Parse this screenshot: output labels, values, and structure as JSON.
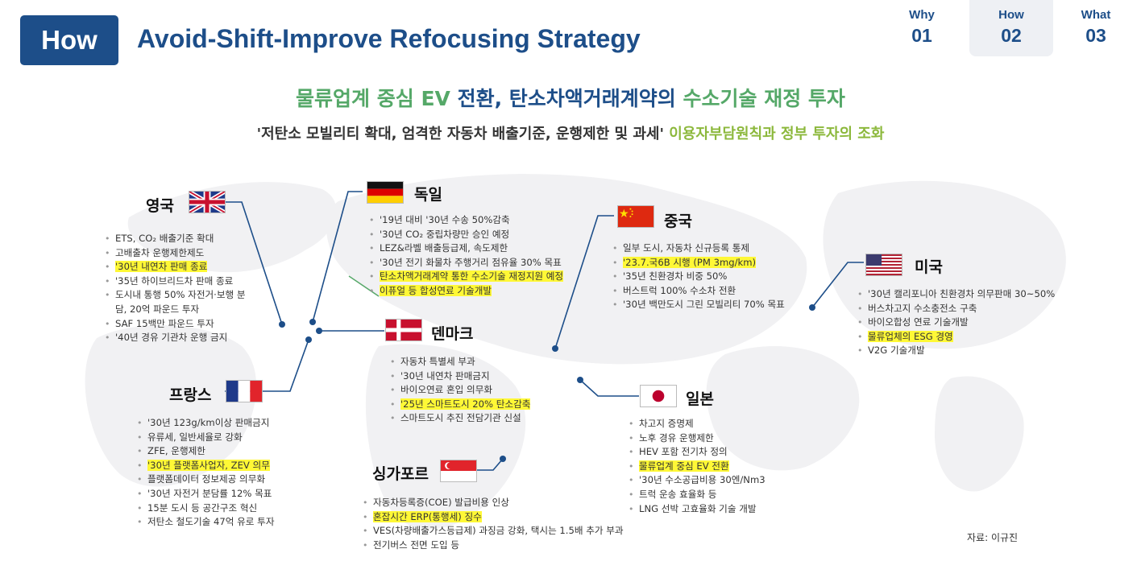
{
  "header": {
    "badge": "How",
    "title": "Avoid-Shift-Improve Refocusing Strategy",
    "nav": [
      {
        "label": "Why",
        "num": "01"
      },
      {
        "label": "How",
        "num": "02"
      },
      {
        "label": "What",
        "num": "03"
      }
    ]
  },
  "headline": {
    "p1": "물류업계 중심 ",
    "p2": "EV",
    "p3": " 전환, 탄소차액거래계약의 ",
    "p4": "수소기술 재정 투자"
  },
  "subline": {
    "p1": "'저탄소 모빌리티 확대, 엄격한 자동차 배출기준, 운행제한 및 과세' ",
    "p2": "이용자부담원칙과 정부 투자의 조화"
  },
  "countries": {
    "uk": {
      "name": "영국",
      "items": [
        {
          "text": "ETS, CO₂ 배출기준 확대"
        },
        {
          "text": "고배출차 운행제한제도"
        },
        {
          "text": "'30년 내연차 판매 종료",
          "hl": true
        },
        {
          "text": "'35년 하이브리드차 판매 종료"
        },
        {
          "text": "도시내 통행 50% 자전거·보행 분담, 20억 파운드 투자",
          "wrap": true
        },
        {
          "text": "SAF 15백만 파운드 투자"
        },
        {
          "text": "'40년 경유 기관차 운행 금지"
        }
      ]
    },
    "de": {
      "name": "독일",
      "items": [
        {
          "text": "'19년 대비 '30년 수송 50%감축"
        },
        {
          "text": "'30년 CO₂ 중립차량만 승인 예정"
        },
        {
          "text": "LEZ&라벨 배출등급제, 속도제한"
        },
        {
          "text": "'30년 전기 화물차 주행거리 점유율 30% 목표"
        },
        {
          "text": "탄소차액거래계약 통한 수소기술 재정지원 예정",
          "hl": true
        },
        {
          "text": "이퓨얼 등 합성연료 기술개발",
          "hl": true
        }
      ]
    },
    "dk": {
      "name": "덴마크",
      "items": [
        {
          "text": "자동차 특별세 부과"
        },
        {
          "text": "'30년 내연차 판매금지"
        },
        {
          "text": "바이오연료 혼입 의무화"
        },
        {
          "text": "'25년 스마트도시 20% 탄소감축",
          "hl": true
        },
        {
          "text": "스마트도시 추진 전담기관 신설"
        }
      ]
    },
    "fr": {
      "name": "프랑스",
      "items": [
        {
          "text": "'30년 123g/km이상 판매금지"
        },
        {
          "text": "유류세, 일반세율로 강화"
        },
        {
          "text": "ZFE, 운행제한"
        },
        {
          "text": "'30년 플랫폼사업자, ZEV 의무",
          "hl": true
        },
        {
          "text": "플랫폼데이터 정보제공 의무화"
        },
        {
          "text": "'30년 자전거 분담률 12% 목표"
        },
        {
          "text": "15분 도시 등 공간구조 혁신"
        },
        {
          "text": "저탄소 철도기술 47억 유로 투자"
        }
      ]
    },
    "sg": {
      "name": "싱가포르",
      "items": [
        {
          "text": "자동차등록증(COE) 발급비용 인상"
        },
        {
          "text": "혼잡시간 ERP(통행세) 징수",
          "hl": true
        },
        {
          "text": "VES(차량배출가스등급제) 과징금 강화, 택시는 1.5배 추가 부과"
        },
        {
          "text": "전기버스 전면 도입 등"
        }
      ]
    },
    "cn": {
      "name": "중국",
      "items": [
        {
          "text": "일부 도시, 자동차 신규등록 통제"
        },
        {
          "text": "'23.7.국6B 시행 (PM 3mg/km)",
          "hl": true
        },
        {
          "text": "'35년 친환경차 비중 50%"
        },
        {
          "text": "버스트럭 100% 수소차 전환"
        },
        {
          "text": "'30년 백만도시 그린 모빌리티 70% 목표"
        }
      ]
    },
    "jp": {
      "name": "일본",
      "items": [
        {
          "text": "차고지 증명제"
        },
        {
          "text": "노후 경유 운행제한"
        },
        {
          "text": "HEV 포함 전기차 정의"
        },
        {
          "text": "물류업계 중심 EV 전환",
          "hl": true
        },
        {
          "text": "'30년 수소공급비용 30엔/Nm3"
        },
        {
          "text": "트럭 운송 효율화 등"
        },
        {
          "text": "LNG 선박 고효율화 기술 개발"
        }
      ]
    },
    "us": {
      "name": "미국",
      "items": [
        {
          "text": "'30년 캘리포니아 친환경차 의무판매 30~50%"
        },
        {
          "text": "버스차고지 수소충전소 구축"
        },
        {
          "text": "바이오합성 연료 기술개발"
        },
        {
          "text": "물류업체의 ESG 경영",
          "hl": true
        },
        {
          "text": "V2G 기술개발"
        }
      ]
    }
  },
  "source": "자료: 이규진",
  "colors": {
    "brand": "#1d4e89",
    "green": "#55a868",
    "lime": "#8cb83c",
    "highlight": "#fff836",
    "connector": "#1d4e89"
  }
}
